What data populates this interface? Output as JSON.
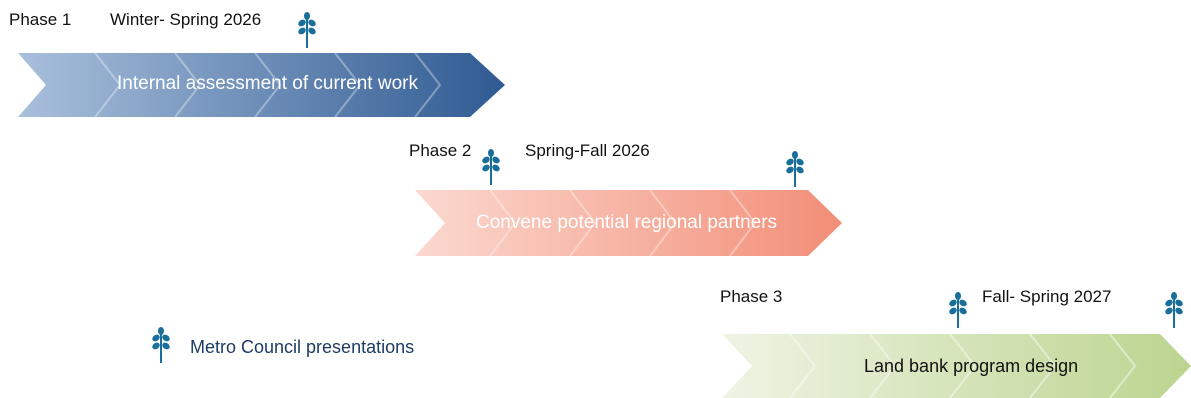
{
  "colors": {
    "phase1": "#3f679d",
    "phase2": "#f4a08c",
    "phase3": "#c9dca6",
    "icon": "#1a6e9a",
    "legend_text": "#1f3b63"
  },
  "icon_name": "wheat-sprig-icon",
  "phases": [
    {
      "phase_label": "Phase 1",
      "dates": "Winter- Spring 2026",
      "bar_text": "Internal assessment of current work"
    },
    {
      "phase_label": "Phase 2",
      "dates": "Spring-Fall 2026",
      "bar_text": "Convene potential regional partners"
    },
    {
      "phase_label": "Phase 3",
      "dates": "Fall- Spring 2027",
      "bar_text": "Land bank program design"
    }
  ],
  "legend": {
    "label": "Metro Council presentations"
  }
}
